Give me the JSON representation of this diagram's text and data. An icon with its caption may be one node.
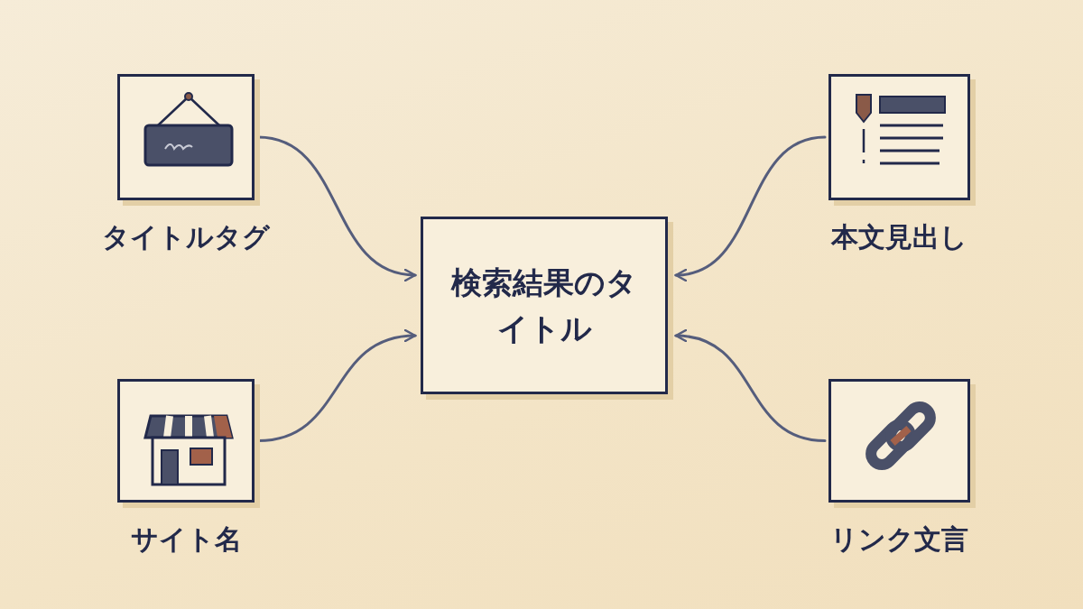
{
  "diagram": {
    "nodes": [
      {
        "text": [
          "検索結果のタイトル"
        ]
      },
      {
        "text": [
          "タイトルタグ"
        ]
      },
      {
        "text": [
          "サイト名"
        ]
      },
      {
        "text": [
          "本文見出し"
        ]
      },
      {
        "text": [
          "リンク文言"
        ]
      }
    ],
    "edges": [
      {
        "from": 1,
        "to": 0,
        "arrow": "to"
      },
      {
        "from": 2,
        "to": 0,
        "arrow": "to"
      },
      {
        "from": 3,
        "to": 0,
        "arrow": "to"
      },
      {
        "from": 4,
        "to": 0,
        "arrow": "to"
      }
    ]
  }
}
